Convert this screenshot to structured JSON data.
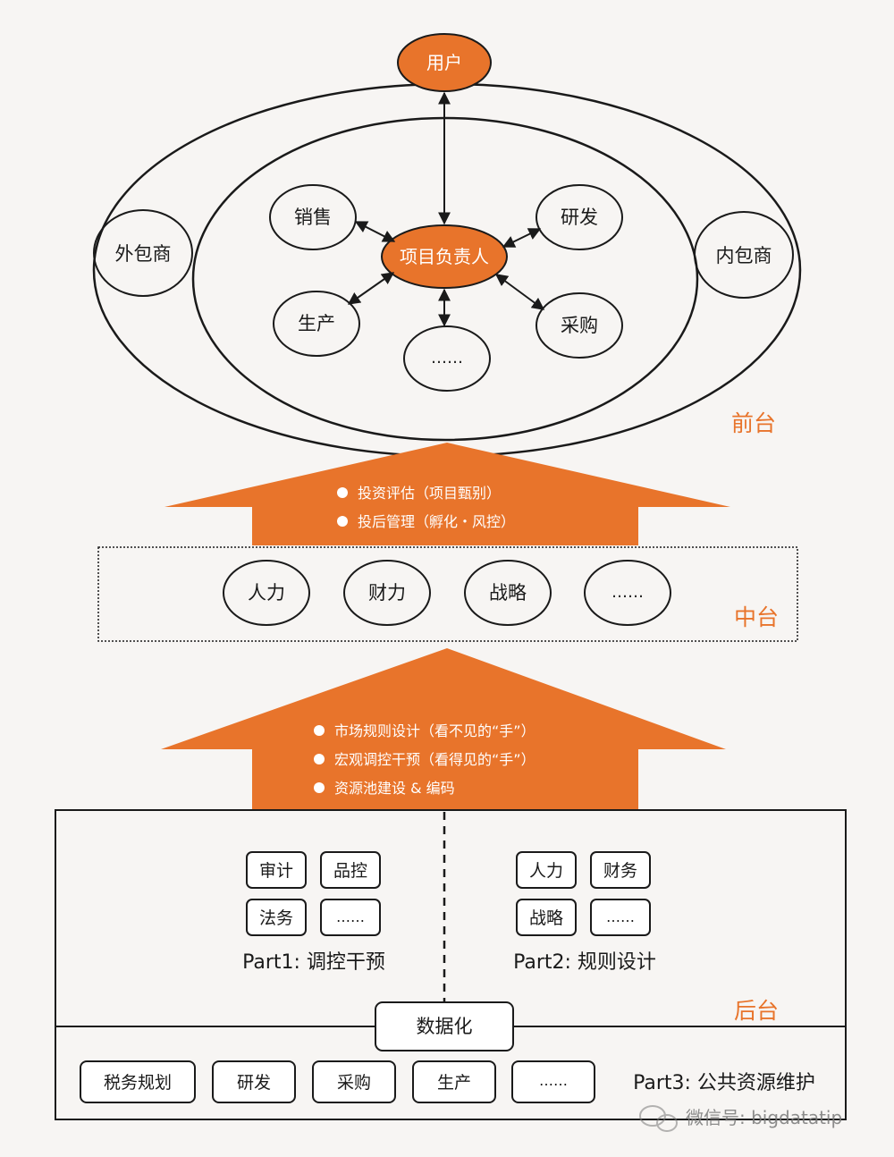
{
  "colors": {
    "accent": "#e8742b",
    "line": "#1a1a1a",
    "bg": "#f7f5f3"
  },
  "front": {
    "user": "用户",
    "center": "项目负责人",
    "outsourcer": "外包商",
    "insourcer": "内包商",
    "nodes": {
      "sales": "销售",
      "rd": "研发",
      "production": "生产",
      "purchase": "采购",
      "more": "……"
    },
    "layer_label": "前台"
  },
  "arrow1": {
    "bullets": [
      "投资评估（项目甄别）",
      "投后管理（孵化・风控）"
    ]
  },
  "middle": {
    "items": [
      "人力",
      "财力",
      "战略",
      "……"
    ],
    "layer_label": "中台"
  },
  "arrow2": {
    "bullets": [
      "市场规则设计（看不见的“手”）",
      "宏观调控干预（看得见的“手”）",
      "资源池建设 & 编码"
    ]
  },
  "back": {
    "part1": {
      "boxes": [
        "审计",
        "品控",
        "法务",
        "……"
      ],
      "label": "Part1: 调控干预"
    },
    "part2": {
      "boxes": [
        "人力",
        "财务",
        "战略",
        "……"
      ],
      "label": "Part2: 规则设计"
    },
    "digital": "数据化",
    "layer_label": "后台",
    "part3": {
      "boxes": [
        "税务规划",
        "研发",
        "采购",
        "生产",
        "……"
      ],
      "label": "Part3: 公共资源维护"
    }
  },
  "watermark": "微信号: bigdatatip"
}
